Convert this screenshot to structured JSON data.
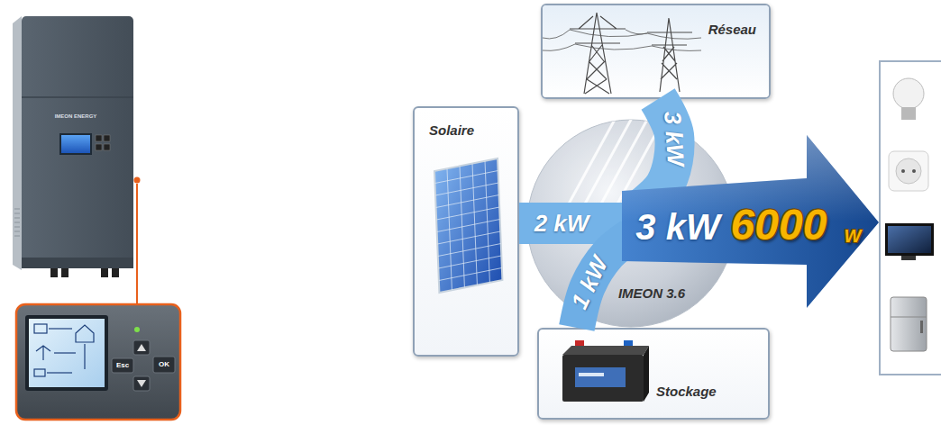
{
  "diagram": {
    "nodes": [
      {
        "text": [
          "Réseau"
        ]
      },
      {
        "text": [
          "Solaire"
        ]
      },
      {
        "text": [
          "IMEON 3.6"
        ]
      },
      {
        "text": [
          "Stockage"
        ]
      }
    ],
    "edges": [
      {
        "from": 1,
        "to": 2,
        "arrow": "none",
        "label": "2 kW"
      },
      {
        "from": 0,
        "to": 2,
        "arrow": "none",
        "label": "3 kW"
      },
      {
        "from": 3,
        "to": 2,
        "arrow": "none",
        "label": "1 kW"
      }
    ],
    "labels": [
      "IMEON ENERGY",
      "Esc",
      "OK",
      "3 kW",
      "6000",
      "W"
    ]
  }
}
